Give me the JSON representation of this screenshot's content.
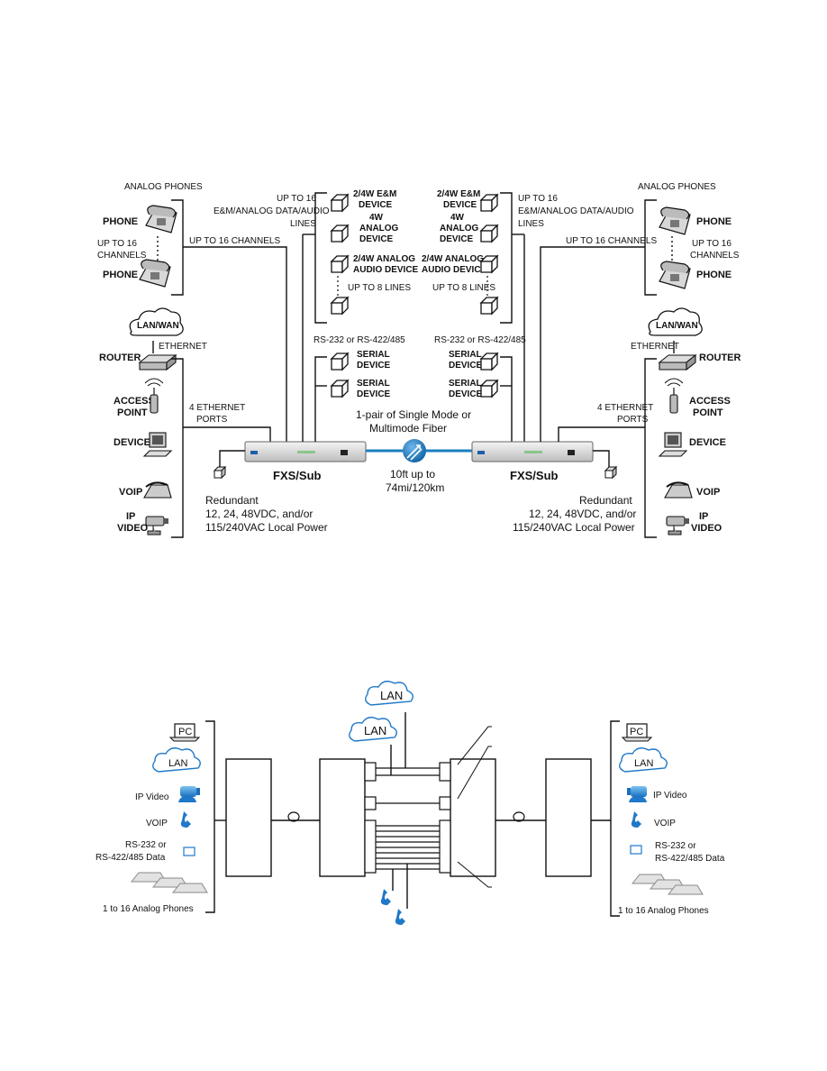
{
  "top": {
    "left": {
      "analog_phones": "ANALOG PHONES",
      "phone_1": "PHONE",
      "up_to_16_line1": "UP TO 16",
      "up_to_16_line2": "CHANNELS",
      "phone_2": "PHONE",
      "up_to_16_channels": "UP TO 16 CHANNELS",
      "lan_wan": "LAN/WAN",
      "ethernet": "ETHERNET",
      "router": "ROUTER",
      "access_point_line1": "ACCESS",
      "access_point_line2": "POINT",
      "four_ethernet_line1": "4 ETHERNET",
      "four_ethernet_line2": "PORTS",
      "device": "DEVICE",
      "voip": "VOIP",
      "ip_video_line1": "IP",
      "ip_video_line2": "VIDEO",
      "unit_label": "FXS/Sub",
      "power_line1": "Redundant",
      "power_line2": "12, 24, 48VDC, and/or",
      "power_line3": "115/240VAC Local Power",
      "em_lines_1": "UP TO 16",
      "em_lines_2": "E&M/ANALOG DATA/AUDIO",
      "em_lines_3": "LINES",
      "em_device_1": "2/4W E&M",
      "em_device_2": "DEVICE",
      "analog_4w_1": "4W",
      "analog_4w_2": "ANALOG",
      "analog_4w_3": "DEVICE",
      "audio_1": "2/4W ANALOG",
      "audio_2": "AUDIO DEVICE",
      "up_to_8": "UP TO 8 LINES",
      "rs232": "RS-232 or RS-422/485",
      "serial_1a": "SERIAL",
      "serial_1b": "DEVICE",
      "serial_2a": "SERIAL",
      "serial_2b": "DEVICE"
    },
    "right": {
      "analog_phones": "ANALOG PHONES",
      "phone_1": "PHONE",
      "up_to_16_line1": "UP TO 16",
      "up_to_16_line2": "CHANNELS",
      "phone_2": "PHONE",
      "up_to_16_channels": "UP TO 16 CHANNELS",
      "lan_wan": "LAN/WAN",
      "ethernet": "ETHERNET",
      "router": "ROUTER",
      "access_point_line1": "ACCESS",
      "access_point_line2": "POINT",
      "four_ethernet_line1": "4 ETHERNET",
      "four_ethernet_line2": "PORTS",
      "device": "DEVICE",
      "voip": "VOIP",
      "ip_video_line1": "IP",
      "ip_video_line2": "VIDEO",
      "unit_label": "FXS/Sub",
      "power_line1": "Redundant",
      "power_line2": "12, 24, 48VDC, and/or",
      "power_line3": "115/240VAC Local Power",
      "em_lines_1": "UP TO 16",
      "em_lines_2": "E&M/ANALOG DATA/AUDIO",
      "em_lines_3": "LINES",
      "em_device_1": "2/4W E&M",
      "em_device_2": "DEVICE",
      "analog_4w_1": "4W",
      "analog_4w_2": "ANALOG",
      "analog_4w_3": "DEVICE",
      "audio_1": "2/4W ANALOG",
      "audio_2": "AUDIO DEVICE",
      "up_to_8": "UP TO 8 LINES",
      "rs232": "RS-232 or RS-422/485",
      "serial_1a": "SERIAL",
      "serial_1b": "DEVICE",
      "serial_2a": "SERIAL",
      "serial_2b": "DEVICE"
    },
    "fiber_line1": "1-pair of Single Mode or",
    "fiber_line2": "Multimode Fiber",
    "distance_line1": "10ft up to",
    "distance_line2": "74mi/120km"
  },
  "bottom": {
    "lan_top": "LAN",
    "lan_mid": "LAN",
    "left": {
      "pc": "PC",
      "lan": "LAN",
      "ip_video": "IP Video",
      "voip": "VOIP",
      "data_line1": "RS-232 or",
      "data_line2": "RS-422/485 Data",
      "phones": "1 to 16 Analog Phones"
    },
    "right": {
      "pc": "PC",
      "lan": "LAN",
      "ip_video": "IP Video",
      "voip": "VOIP",
      "data_line1": "RS-232 or",
      "data_line2": "RS-422/485 Data",
      "phones": "1 to 16 Analog Phones"
    }
  },
  "colors": {
    "fiber": "#1a7fc1",
    "icon_blue": "#1f78c8",
    "line": "#111111"
  }
}
